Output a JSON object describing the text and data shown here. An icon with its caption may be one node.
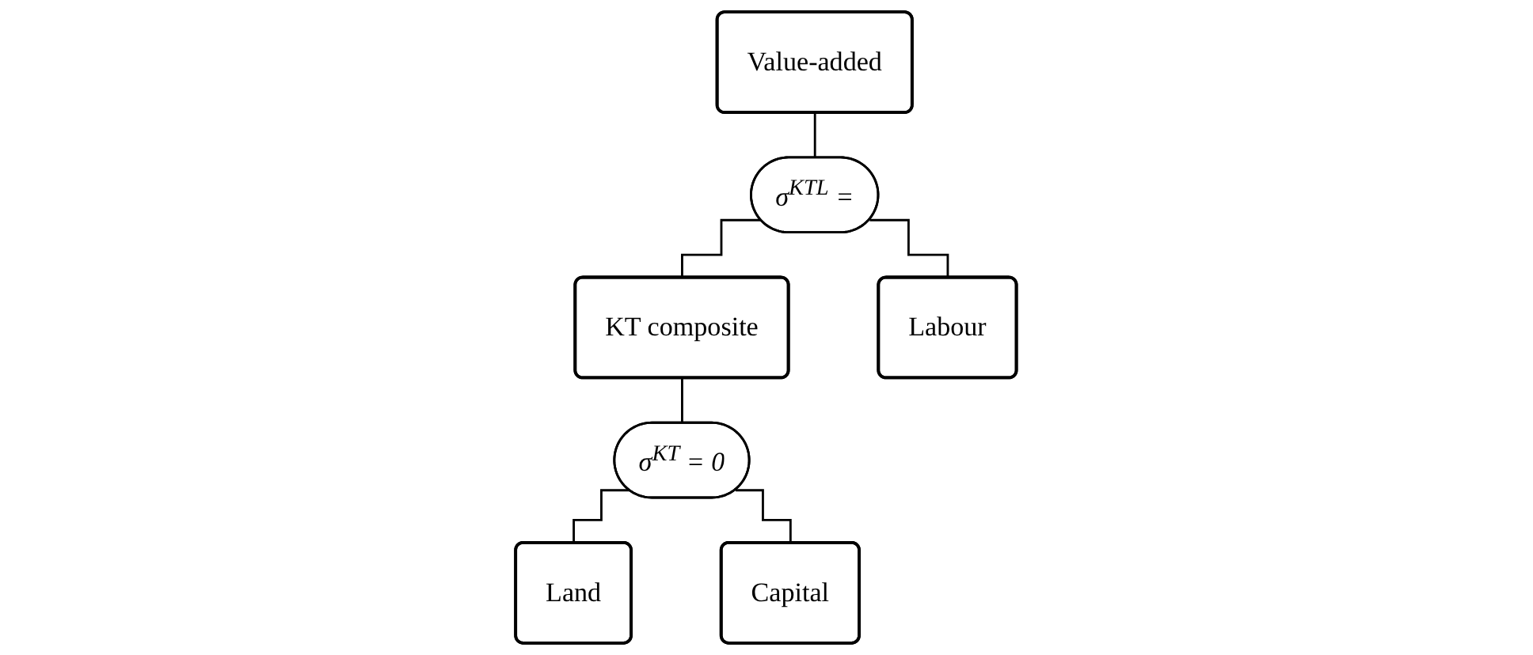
{
  "diagram": {
    "nodes": [
      {
        "text": [
          "Value-added"
        ]
      },
      {
        "text": [
          "σ$^{KTL}$ ="
        ]
      },
      {
        "text": [
          "KT composite"
        ]
      },
      {
        "text": [
          "Labour"
        ]
      },
      {
        "text": [
          "σ$^{KT}$ = 0"
        ]
      },
      {
        "text": [
          "Land"
        ]
      },
      {
        "text": [
          "Capital"
        ]
      }
    ],
    "edges": [
      {
        "from": 0,
        "to": 1,
        "arrow": "none"
      },
      {
        "from": 1,
        "to": 2,
        "arrow": "none"
      },
      {
        "from": 1,
        "to": 3,
        "arrow": "none"
      },
      {
        "from": 2,
        "to": 4,
        "arrow": "none"
      },
      {
        "from": 4,
        "to": 5,
        "arrow": "none"
      },
      {
        "from": 4,
        "to": 6,
        "arrow": "none"
      }
    ]
  }
}
